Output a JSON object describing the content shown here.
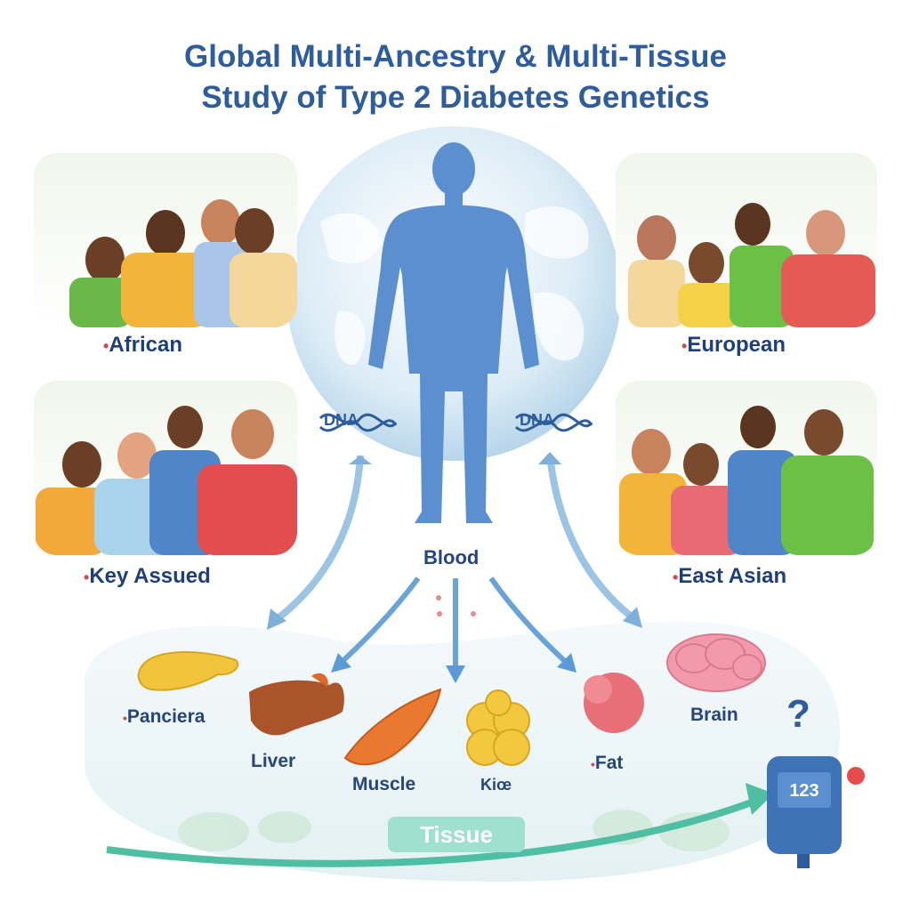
{
  "title": {
    "line1": "Global Multi-Ancestry & Multi-Tissue",
    "line2": "Study of Type 2 Diabetes Genetics"
  },
  "ancestry_groups": [
    {
      "label": "African"
    },
    {
      "label": "European"
    },
    {
      "label": "Key Assued"
    },
    {
      "label": "East Asian"
    }
  ],
  "center": {
    "dna_left": "DNA",
    "dna_right": "DNA",
    "blood_label": "Blood"
  },
  "organs": [
    {
      "label": "Panciera",
      "icon": "pancreas-icon"
    },
    {
      "label": "Liver",
      "icon": "liver-icon"
    },
    {
      "label": "Muscle",
      "icon": "muscle-icon"
    },
    {
      "label": "Kiœ",
      "icon": "kidney-icon"
    },
    {
      "label": "Fat",
      "icon": "fat-icon"
    },
    {
      "label": "Brain",
      "icon": "brain-icon"
    }
  ],
  "tissue_label": "Tissue",
  "glucose_meter": {
    "reading": "123",
    "question": "?"
  },
  "colors": {
    "title": "#2f5d9c",
    "body": "#5b8fcf",
    "arrow": "#7fb0dc",
    "tissue_pill": "#9fe0cf"
  }
}
